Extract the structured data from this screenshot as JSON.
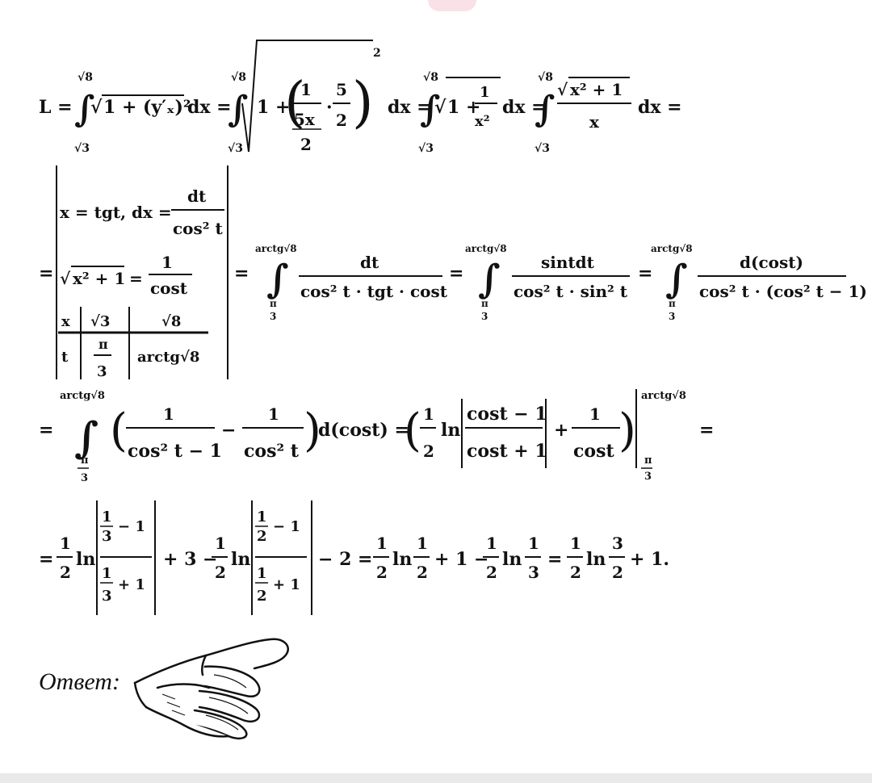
{
  "formula": {
    "line1": "L = ∫_{√3}^{√8} √(1 + (y'ₓ)²) dx = ∫_{√3}^{√8} √(1 + ((1/(5x/2)) · 5/2)²) dx = ∫_{√3}^{√8} √(1 + 1/x²) dx = ∫_{√3}^{√8} √(x² + 1)/x dx =",
    "line2": "= | x = tgt, dx = dt/cos²t ; √(x² + 1) = 1/cost ; x: √3 | √8 ; t: π/3 | arctg√8 | = ∫_{π/3}^{arctg√8} dt/(cos²t · tgt · cost) = ∫_{π/3}^{arctg√8} sintdt/(cos²t · sin²t) = ∫_{π/3}^{arctg√8} d(cost)/(cos²t · (cos²t − 1))",
    "line3": "= ∫_{π/3}^{arctg√8} (1/(cos²t − 1) − 1/cos²t) d(cost) = (1/2 ln|(cost − 1)/(cost + 1)| + 1/cost) |_{π/3}^{arctg√8} =",
    "line4": "= 1/2 ln|(1/3 − 1)/(1/3 + 1)| + 3 − 1/2 ln|(1/2 − 1)/(1/2 + 1)| − 2 = 1/2 ln 1/2 + 1 − 1/2 ln 1/3 = 1/2 ln 3/2 + 1."
  },
  "answer_label": "Ответ:",
  "hand_icon": "fist-hand-icon"
}
